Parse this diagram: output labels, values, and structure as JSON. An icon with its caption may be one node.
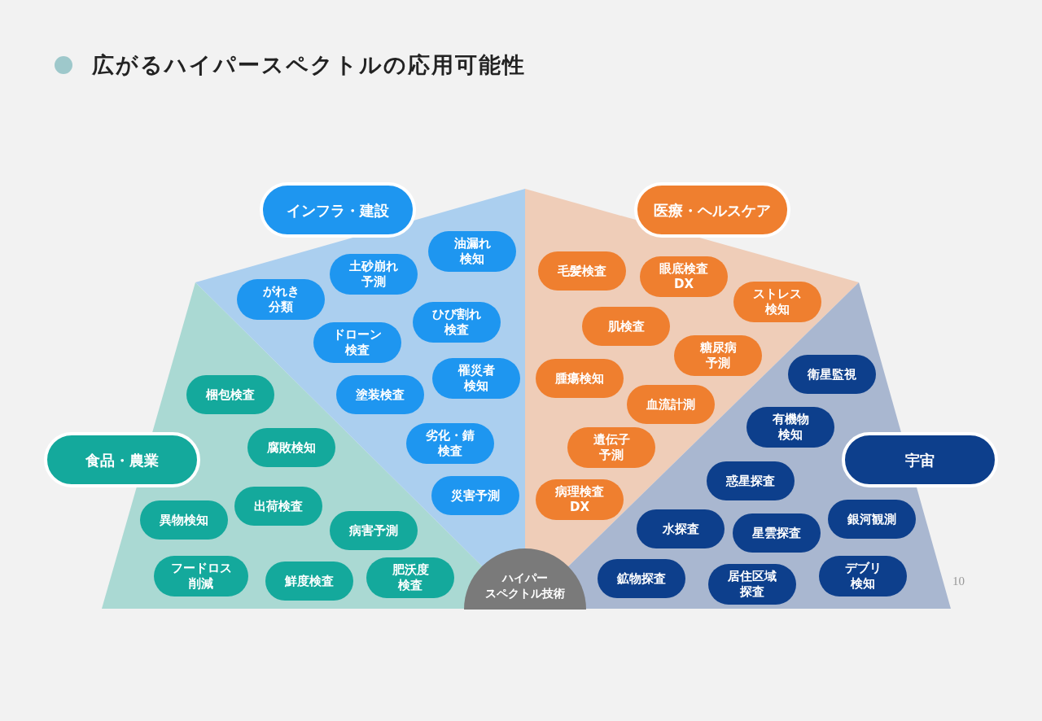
{
  "diagram": {
    "title": "広がるハイパースペクトルの応用可能性",
    "nodes": [
      {
        "text": [
          "ハイパースペクトル技術"
        ]
      },
      {
        "text": [
          "インフラ・建設"
        ]
      },
      {
        "text": [
          "医療・ヘルスケア"
        ]
      },
      {
        "text": [
          "食品・農業"
        ]
      },
      {
        "text": [
          "宇宙"
        ]
      },
      {
        "text": [
          "油漏れ検知"
        ]
      },
      {
        "text": [
          "土砂崩れ予測"
        ]
      },
      {
        "text": [
          "がれき分類"
        ]
      },
      {
        "text": [
          "ひび割れ検査"
        ]
      },
      {
        "text": [
          "ドローン検査"
        ]
      },
      {
        "text": [
          "罹災者検知"
        ]
      },
      {
        "text": [
          "塗装検査"
        ]
      },
      {
        "text": [
          "劣化・錆検査"
        ]
      },
      {
        "text": [
          "災害予測"
        ]
      },
      {
        "text": [
          "梱包検査"
        ]
      },
      {
        "text": [
          "腐敗検知"
        ]
      },
      {
        "text": [
          "出荷検査"
        ]
      },
      {
        "text": [
          "異物検知"
        ]
      },
      {
        "text": [
          "病害予測"
        ]
      },
      {
        "text": [
          "フードロス削減"
        ]
      },
      {
        "text": [
          "鮮度検査"
        ]
      },
      {
        "text": [
          "肥沃度検査"
        ]
      },
      {
        "text": [
          "毛髪検査"
        ]
      },
      {
        "text": [
          "眼底検査DX"
        ]
      },
      {
        "text": [
          "ストレス検知"
        ]
      },
      {
        "text": [
          "肌検査"
        ]
      },
      {
        "text": [
          "糖尿病予測"
        ]
      },
      {
        "text": [
          "腫瘍検知"
        ]
      },
      {
        "text": [
          "血流計測"
        ]
      },
      {
        "text": [
          "遺伝子予測"
        ]
      },
      {
        "text": [
          "病理検査DX"
        ]
      },
      {
        "text": [
          "衛星監視"
        ]
      },
      {
        "text": [
          "有機物検知"
        ]
      },
      {
        "text": [
          "惑星探査"
        ]
      },
      {
        "text": [
          "銀河観測"
        ]
      },
      {
        "text": [
          "水探査"
        ]
      },
      {
        "text": [
          "星雲探査"
        ]
      },
      {
        "text": [
          "鉱物探査"
        ]
      },
      {
        "text": [
          "居住区域探査"
        ]
      },
      {
        "text": [
          "デブリ検知"
        ]
      }
    ],
    "labels": [
      "10"
    ]
  }
}
